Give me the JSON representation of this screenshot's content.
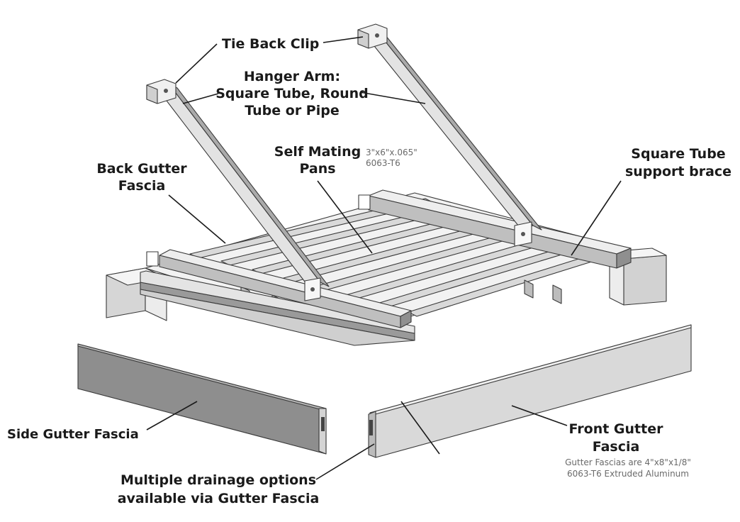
{
  "labels": {
    "tie_back_clip": "Tie Back Clip",
    "hanger_arm": [
      "Hanger Arm:",
      "Square Tube, Round",
      "Tube or Pipe"
    ],
    "self_mating_pans": [
      "Self Mating",
      "Pans"
    ],
    "pan_spec": [
      "3\"x6\"x.065\"",
      "6063-T6"
    ],
    "back_gutter_fascia": [
      "Back Gutter",
      "Fascia"
    ],
    "square_tube_brace": [
      "Square Tube",
      "support brace"
    ],
    "side_gutter_fascia": "Side Gutter Fascia",
    "front_gutter_fascia": [
      "Front Gutter",
      "Fascia"
    ],
    "fascia_spec": [
      "Gutter Fascias are 4\"x8\"x1/8\"",
      "6063-T6 Extruded Aluminum"
    ],
    "drainage": [
      "Multiple drainage options",
      "available via Gutter Fascia"
    ]
  },
  "colors": {
    "outline": "#3a3a3a",
    "steel_light": "#e6e6e6",
    "steel_mid": "#c4c4c4",
    "steel_dark": "#8c8c8c",
    "side_fascia": "#8e8e8e",
    "front_fascia": "#d9d9d9"
  }
}
